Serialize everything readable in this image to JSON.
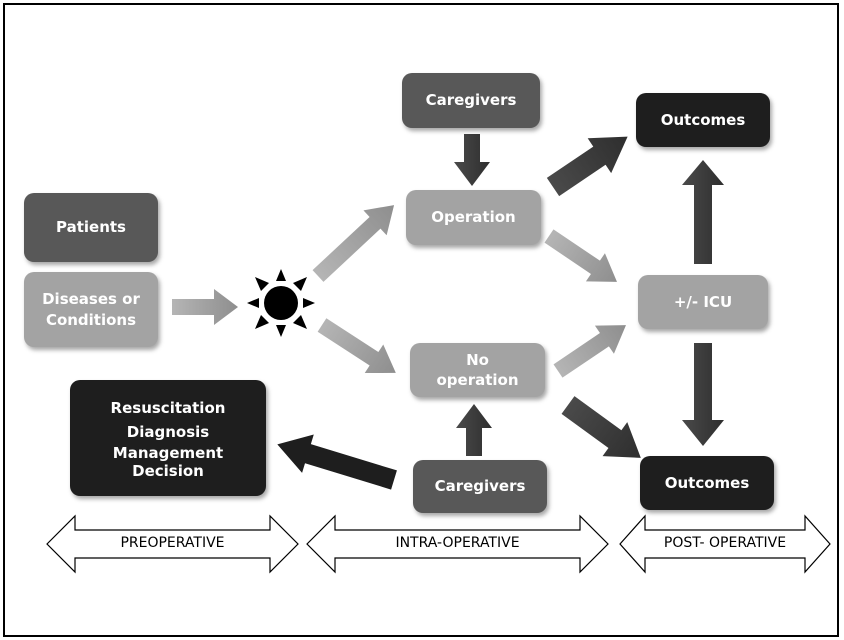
{
  "nodes": {
    "patients": "Patients",
    "diseases_1": "Diseases or",
    "diseases_2": "Conditions",
    "caregivers_top": "Caregivers",
    "operation": "Operation",
    "no_operation_1": "No",
    "no_operation_2": "operation",
    "icu": "+/- ICU",
    "outcomes_top": "Outcomes",
    "outcomes_bottom": "Outcomes",
    "caregivers_bottom": "Caregivers",
    "resuscitation": "Resuscitation",
    "diagnosis": "Diagnosis",
    "management_1": "Management",
    "management_2": "Decision"
  },
  "phases": {
    "preoperative": "PREOPERATIVE",
    "intraoperative": "INTRA-OPERATIVE",
    "postoperative": "POST- OPERATIVE"
  },
  "colors": {
    "dark_box": "#585858",
    "black_box": "#1e1e1e",
    "light_box": "#a3a3a3"
  }
}
